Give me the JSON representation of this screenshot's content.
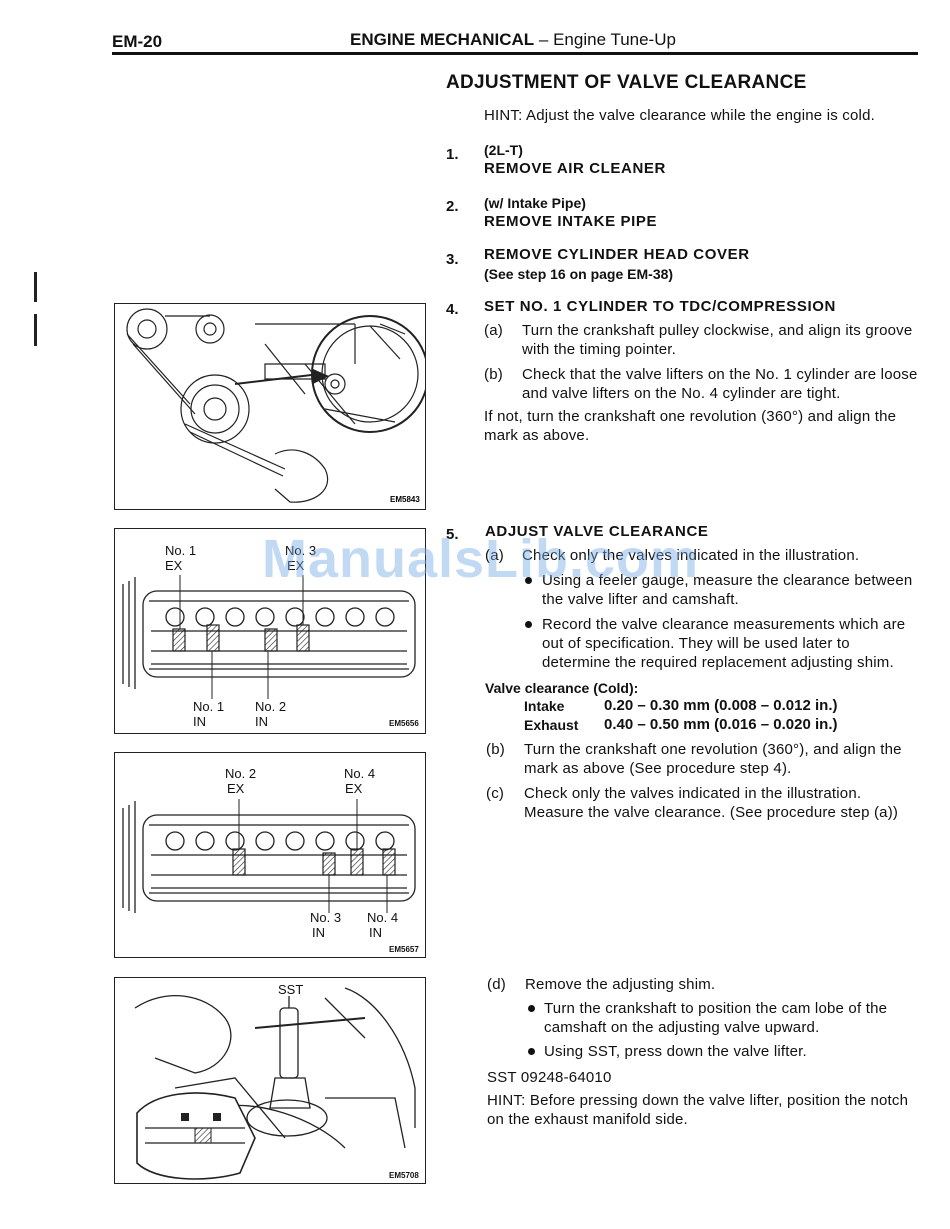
{
  "header": {
    "page_number": "EM-20",
    "section": "ENGINE MECHANICAL",
    "subsection": "Engine Tune-Up"
  },
  "title": "ADJUSTMENT OF VALVE CLEARANCE",
  "hint_top": "HINT:   Adjust the valve clearance while the engine is cold.",
  "steps": [
    {
      "num": "1.",
      "qualifier": "(2L-T)",
      "heading": "REMOVE AIR CLEANER"
    },
    {
      "num": "2.",
      "qualifier": "(w/ Intake Pipe)",
      "heading": "REMOVE INTAKE PIPE"
    },
    {
      "num": "3.",
      "heading": "REMOVE CYLINDER HEAD COVER",
      "note": "(See step 16 on page EM-38)"
    },
    {
      "num": "4.",
      "heading": "SET NO. 1 CYLINDER TO TDC/COMPRESSION"
    },
    {
      "num": "5.",
      "heading": "ADJUST VALVE CLEARANCE"
    }
  ],
  "step4": {
    "a_label": "(a)",
    "a_text": "Turn the crankshaft pulley clockwise, and align its groove with the timing pointer.",
    "b_label": "(b)",
    "b_text": "Check that the valve lifters on the No. 1 cylinder are loose and valve lifters on the No. 4 cylinder are tight.",
    "note": "If not, turn the crankshaft one revolution (360°) and align the mark as above."
  },
  "step5": {
    "a_label": "(a)",
    "a_text": "Check only the valves indicated in the illustration.",
    "a_bullets": [
      "Using a feeler gauge, measure the clearance between the valve lifter and camshaft.",
      "Record the valve clearance measurements which are out of specification. They will be used later to determine the required replacement adjusting shim."
    ],
    "spec_title": "Valve clearance (Cold):",
    "spec_rows": [
      {
        "label": "Intake",
        "value": "0.20 – 0.30 mm (0.008 – 0.012 in.)"
      },
      {
        "label": "Exhaust",
        "value": "0.40 – 0.50 mm (0.016 – 0.020 in.)"
      }
    ],
    "b_label": "(b)",
    "b_text": "Turn the crankshaft one revolution (360°), and align the mark as above (See procedure step 4).",
    "c_label": "(c)",
    "c_text": "Check only the valves indicated in the illustration. Measure the valve clearance. (See procedure step (a))",
    "d_label": "(d)",
    "d_text": "Remove the adjusting shim.",
    "d_bullets": [
      "Turn the crankshaft to position the cam lobe of the camshaft on the adjusting valve upward.",
      "Using SST, press down the valve lifter."
    ],
    "sst": "SST 09248-64010",
    "hint": "HINT:   Before pressing down the valve lifter, position the notch on the exhaust manifold side."
  },
  "figures": {
    "fig1": {
      "code": "EM5843"
    },
    "fig2": {
      "code": "EM5656",
      "labels": [
        "No. 1",
        "EX",
        "No. 3",
        "EX",
        "No. 1",
        "IN",
        "No. 2",
        "IN"
      ]
    },
    "fig3": {
      "code": "EM5657",
      "labels": [
        "No. 2",
        "EX",
        "No. 4",
        "EX",
        "No. 3",
        "IN",
        "No. 4",
        "IN"
      ]
    },
    "fig4": {
      "code": "EM5708",
      "label": "SST"
    }
  },
  "watermark": "ManualsLib.com"
}
